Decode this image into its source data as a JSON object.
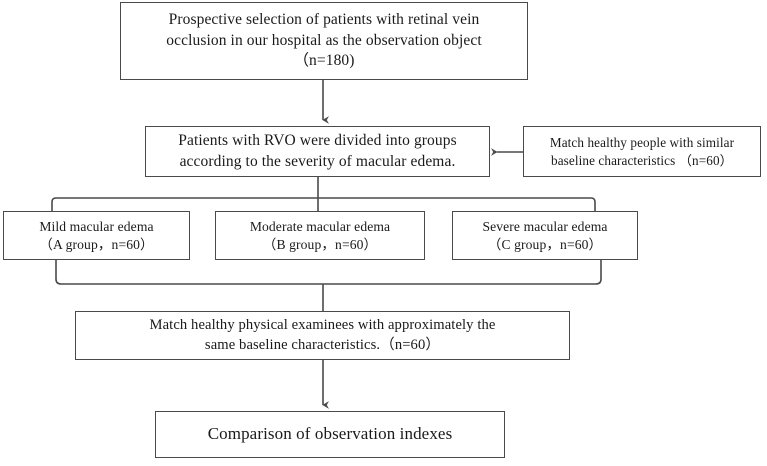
{
  "figure": {
    "type": "flowchart",
    "orientation": "top-to-bottom",
    "background_color": "#ffffff",
    "line_color": "#4a4a4a",
    "text_color": "#1a1a1a"
  },
  "nodes": {
    "enrollment": {
      "line1": "Prospective selection of patients with retinal vein",
      "line2": "occlusion in our hospital as the observation object",
      "line3": "（n=180)"
    },
    "grouping": {
      "line1": "Patients with RVO were divided into groups",
      "line2": "according to the severity of macular edema."
    },
    "control_match": {
      "line1": "Match healthy people with similar",
      "line2": "baseline characteristics （n=60）"
    },
    "mild": {
      "line1": "Mild macular edema",
      "line2": "（A group，n=60）"
    },
    "moderate": {
      "line1": "Moderate macular edema",
      "line2": "（B group，n=60）"
    },
    "severe": {
      "line1": "Severe macular edema",
      "line2": "（C group，n=60）"
    },
    "examinees": {
      "line1": "Match healthy physical examinees with approximately the",
      "line2": "same baseline characteristics.（n=60）"
    },
    "comparison": {
      "line1": "Comparison of observation indexes"
    }
  },
  "connectors": [
    {
      "name": "enrollment-to-grouping",
      "kind": "arrow-down"
    },
    {
      "name": "control-match-to-grouping",
      "kind": "arrow-left"
    },
    {
      "name": "grouping-to-severity-groups",
      "kind": "split-bracket-down"
    },
    {
      "name": "severity-groups-to-examinees",
      "kind": "merge-bracket-down"
    },
    {
      "name": "examinees-to-comparison",
      "kind": "arrow-down"
    }
  ]
}
